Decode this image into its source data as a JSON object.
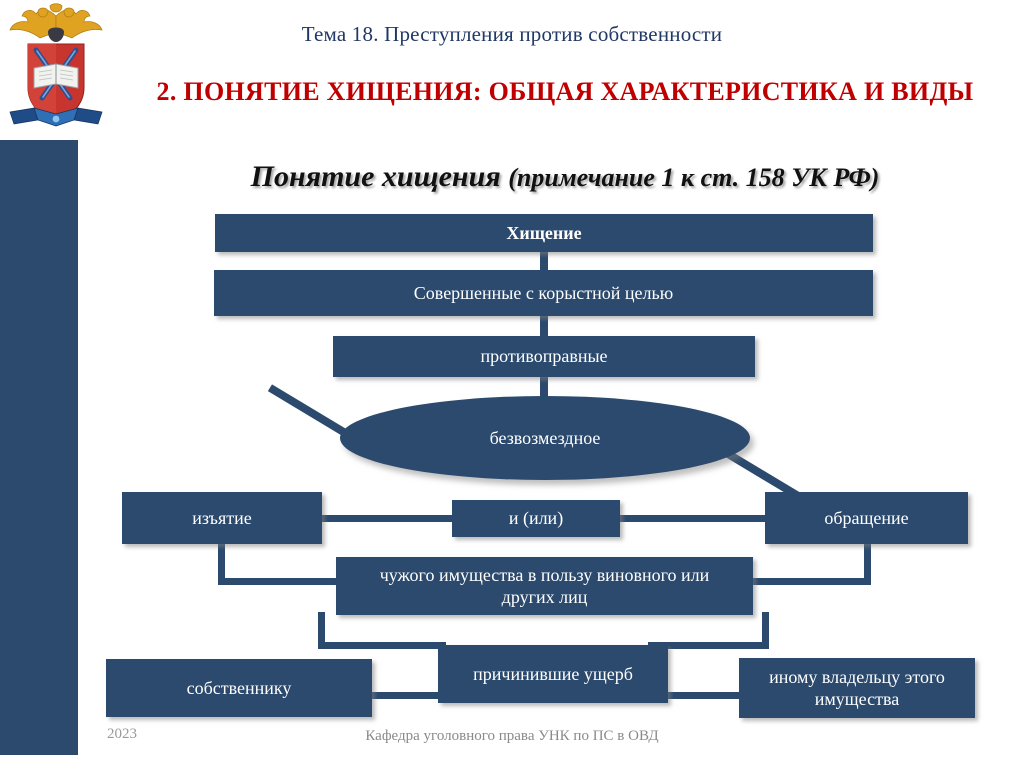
{
  "slide": {
    "topic_line": "Тема 18. Преступления против собственности",
    "section_title": "2. ПОНЯТИЕ ХИЩЕНИЯ: ОБЩАЯ ХАРАКТЕРИСТИКА И ВИДЫ",
    "diagram_title_main": "Понятие хищения ",
    "diagram_title_paren": "(примечание 1 к ст. 158 УК РФ)",
    "year": "2023",
    "footer_note": "Кафедра уголовного права УНК по ПС в ОВД",
    "emblem_name": "mvd-russia-emblem"
  },
  "colors": {
    "node_fill": "#2B4A6E",
    "accent_red": "#C00000",
    "heading_navy": "#1F3864",
    "node_text": "#FFFFFF",
    "footer_gray": "#8A8A8A",
    "background": "#FFFFFF"
  },
  "diagram": {
    "nodes": [
      {
        "id": "hishchenie",
        "label": "Хищение"
      },
      {
        "id": "korystnaya-tsel",
        "label": "Совершенные с корыстной целью"
      },
      {
        "id": "protivopravnye",
        "label": "противоправные"
      },
      {
        "id": "bezvozmezdnoe",
        "label": "безвозмездное"
      },
      {
        "id": "izyatie",
        "label": "изъятие"
      },
      {
        "id": "i-ili",
        "label": "и (или)"
      },
      {
        "id": "obrashchenie",
        "label": "обращение"
      },
      {
        "id": "chuzhogo-imushchestva",
        "label": "чужого имущества в пользу виновного или других лиц"
      },
      {
        "id": "sobstvenniku",
        "label": "собственнику"
      },
      {
        "id": "prichinivshie-ushcherb",
        "label": "причинившие ущерб"
      },
      {
        "id": "inomu-vladeltsu",
        "label": "иному владельцу этого имущества"
      }
    ]
  }
}
